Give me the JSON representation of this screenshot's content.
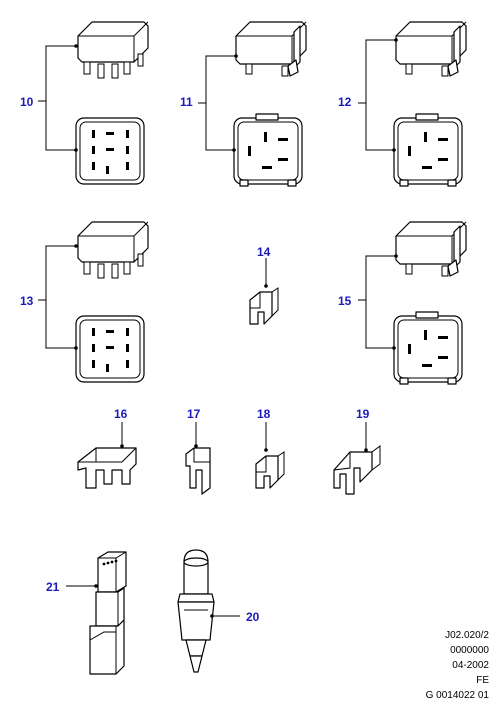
{
  "callouts": {
    "c10": "10",
    "c11": "11",
    "c12": "12",
    "c13": "13",
    "c14": "14",
    "c15": "15",
    "c16": "16",
    "c17": "17",
    "c18": "18",
    "c19": "19",
    "c20": "20",
    "c21": "21"
  },
  "reference": {
    "line1": "J02.020/2",
    "line2": "0000000",
    "line3": "04-2002",
    "line4": "FE",
    "line5": "G 0014022 01"
  },
  "colors": {
    "callout_text": "#1a1ab8",
    "line_art": "#000000",
    "background": "#ffffff"
  }
}
